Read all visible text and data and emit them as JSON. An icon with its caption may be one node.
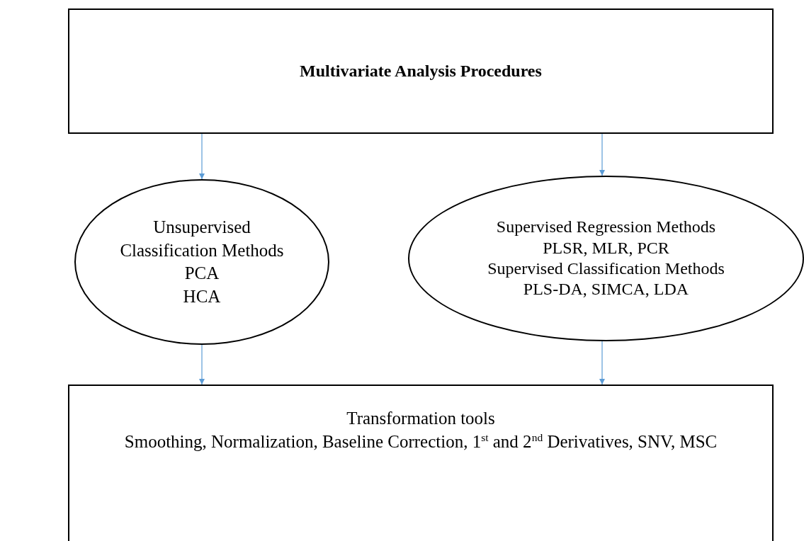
{
  "diagram": {
    "nodes": [
      {
        "text": [
          "Multivariate Analysis Procedures"
        ]
      },
      {
        "text": [
          "Unsupervised Classification Methods",
          "PCA",
          "HCA"
        ]
      },
      {
        "text": [
          "Supervised Regression Methods",
          "PLSR, MLR, PCR",
          "Supervised Classification Methods",
          "PLS-DA, SIMCA, LDA"
        ]
      },
      {
        "text": [
          "Transformation tools",
          "Smoothing, Normalization, Baseline Correction, 1$^{st}$ and 2$^{nd}$ Derivatives, SNV, MSC"
        ]
      }
    ],
    "edges": [
      {
        "from": 0,
        "to": 1,
        "arrow": "to"
      },
      {
        "from": 0,
        "to": 2,
        "arrow": "to"
      },
      {
        "from": 1,
        "to": 3,
        "arrow": "to"
      },
      {
        "from": 2,
        "to": 3,
        "arrow": "to"
      }
    ]
  }
}
